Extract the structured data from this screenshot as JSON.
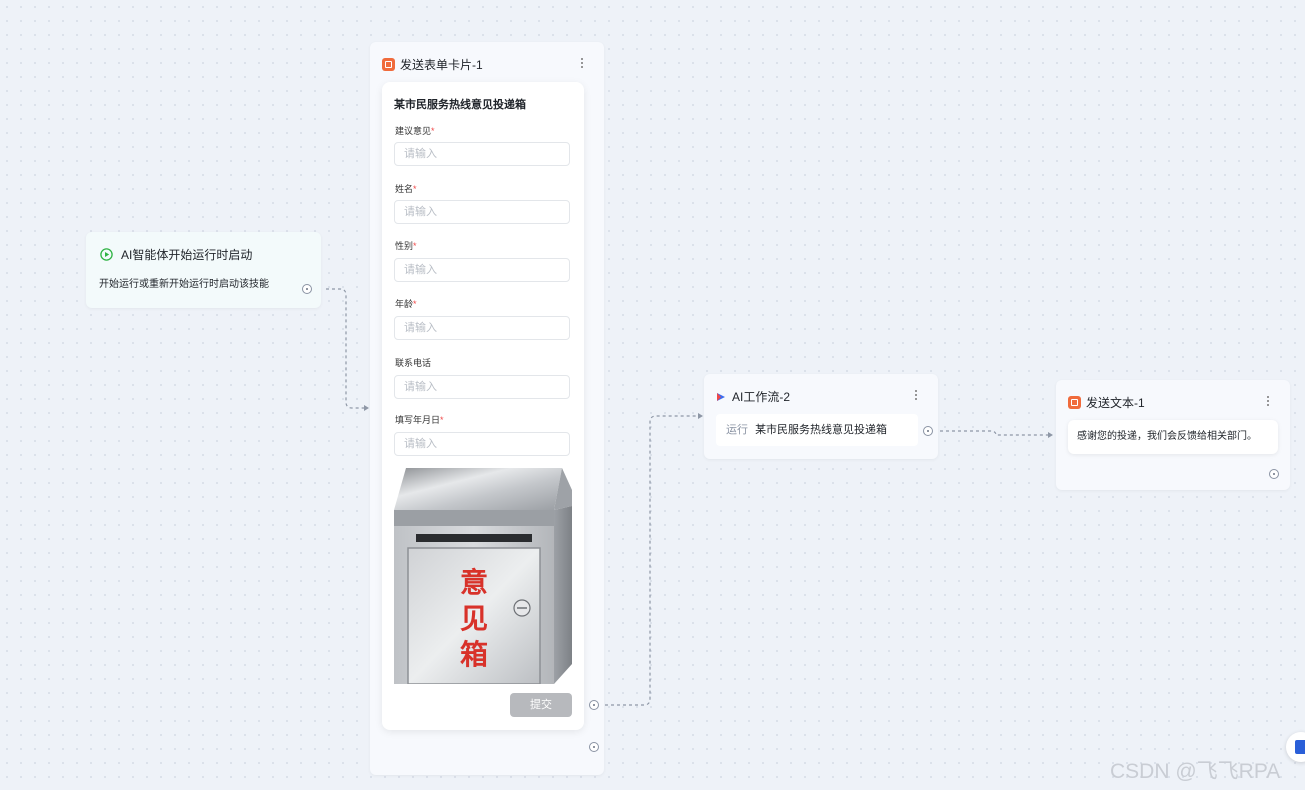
{
  "nodes": {
    "start": {
      "title": "AI智能体开始运行时启动",
      "description": "开始运行或重新开始运行时启动该技能",
      "icon": "play-circle-icon"
    },
    "form": {
      "title": "发送表单卡片-1",
      "icon": "form-card-icon",
      "card_title": "某市民服务热线意见投递箱",
      "fields": [
        {
          "label": "建议意见",
          "required": true,
          "placeholder": "请输入"
        },
        {
          "label": "姓名",
          "required": true,
          "placeholder": "请输入"
        },
        {
          "label": "性别",
          "required": true,
          "placeholder": "请输入"
        },
        {
          "label": "年龄",
          "required": true,
          "placeholder": "请输入"
        },
        {
          "label": "联系电话",
          "required": false,
          "placeholder": "请输入"
        },
        {
          "label": "填写年月日",
          "required": true,
          "placeholder": "请输入"
        }
      ],
      "image": {
        "chars": [
          "意",
          "见",
          "箱"
        ]
      },
      "submit_label": "提交"
    },
    "workflow": {
      "title": "AI工作流-2",
      "icon": "workflow-icon",
      "run_label": "运行",
      "run_value": "某市民服务热线意见投递箱"
    },
    "text": {
      "title": "发送文本-1",
      "icon": "text-doc-icon",
      "message": "感谢您的投递，我们会反馈给相关部门。"
    }
  },
  "watermark": "CSDN @飞飞RPA",
  "required_mark": "*",
  "colors": {
    "accent_orange": "#f06b3c",
    "start_green": "#2fb344",
    "required_red": "#f04848"
  }
}
